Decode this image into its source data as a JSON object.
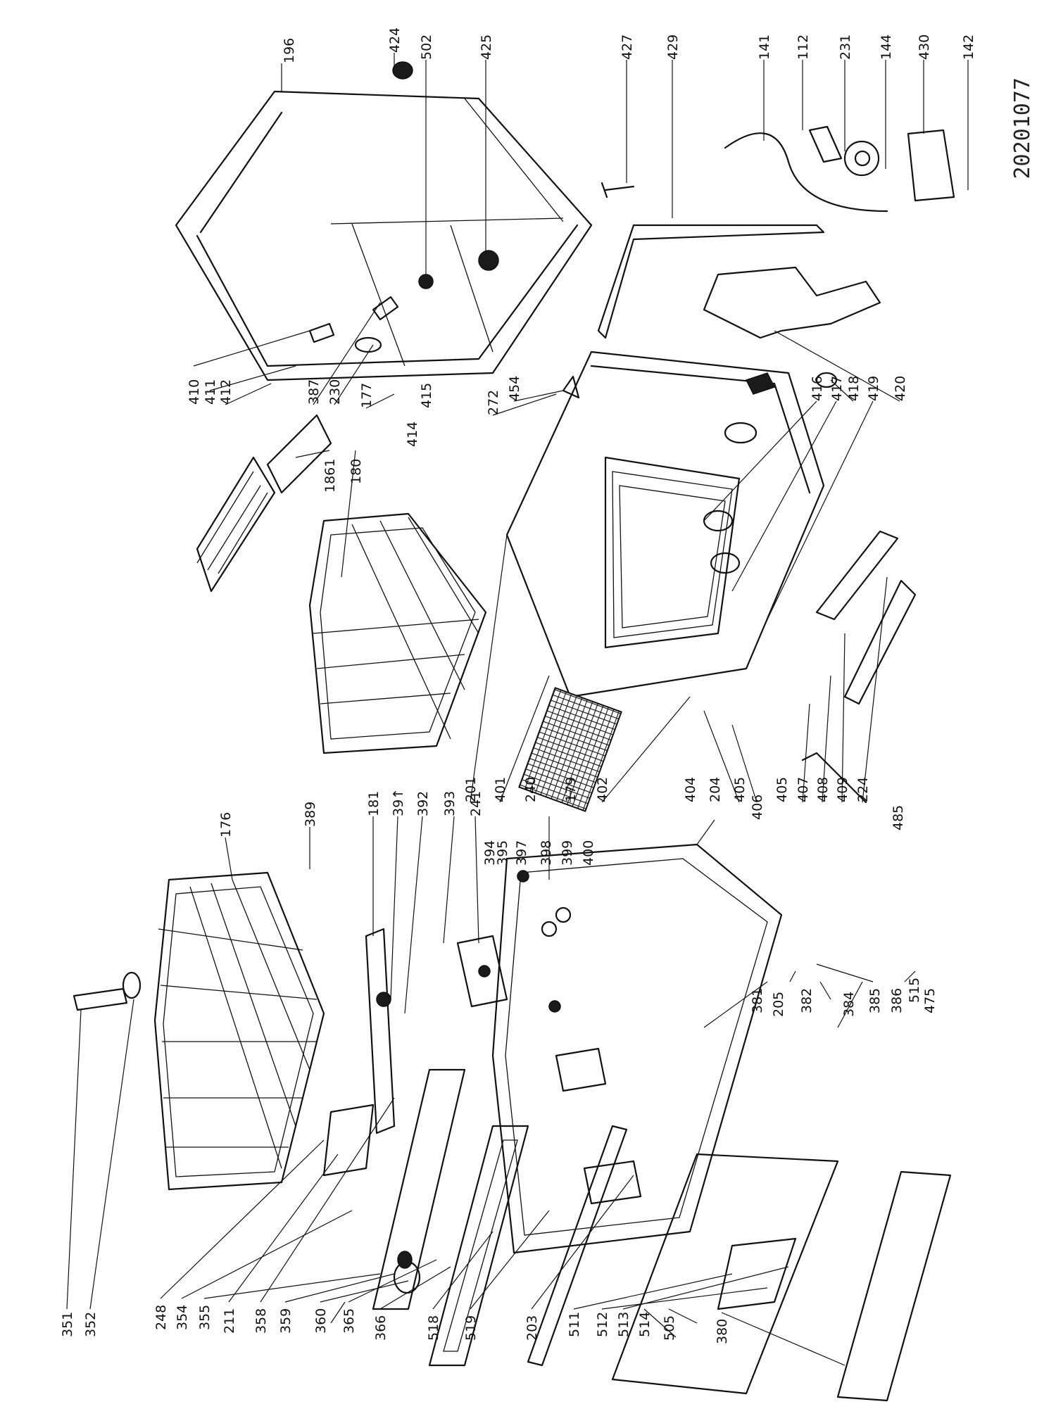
{
  "drawing_code": "20201077",
  "parts": {
    "p196": "196",
    "p424": "424",
    "p502": "502",
    "p425": "425",
    "p427": "427",
    "p429": "429",
    "p141": "141",
    "p112": "112",
    "p231": "231",
    "p144": "144",
    "p430": "430",
    "p142": "142",
    "p410": "410",
    "p411": "411",
    "p412": "412",
    "p387": "387",
    "p230": "230",
    "p177": "177",
    "p415": "415",
    "p414": "414",
    "p272": "272",
    "p454": "454",
    "p416": "416",
    "p417": "417",
    "p418": "418",
    "p419": "419",
    "p420": "420",
    "p1861": "1861",
    "p180": "180",
    "p176": "176",
    "p389": "389",
    "p181": "181",
    "p391": "39↑",
    "p392": "392",
    "p393": "393",
    "p241": "241",
    "p201": "201",
    "p401": "401",
    "p240": "240",
    "p179": "179",
    "p402": "402",
    "p404": "404",
    "p204": "204",
    "p405a": "405",
    "p406": "406",
    "p405b": "405",
    "p407": "407",
    "p408": "408",
    "p409": "409",
    "p224": "224",
    "p485": "485",
    "p394": "394",
    "p395": "395",
    "p397": "397",
    "p398": "398",
    "p399": "399",
    "p400": "400",
    "p205": "205",
    "p381": "381",
    "p382": "382",
    "p384": "384",
    "p385": "385",
    "p386": "386",
    "p515": "515",
    "p475": "475",
    "p351": "351",
    "p352": "352",
    "p248": "248",
    "p354": "354",
    "p355": "355",
    "p211": "211",
    "p358": "358",
    "p359": "359",
    "p360": "360",
    "p365": "365",
    "p366": "366",
    "p518": "518",
    "p519": "519",
    "p203": "203",
    "p511": "511",
    "p512": "512",
    "p513": "513",
    "p514": "514",
    "p505": "505",
    "p380": "380"
  }
}
